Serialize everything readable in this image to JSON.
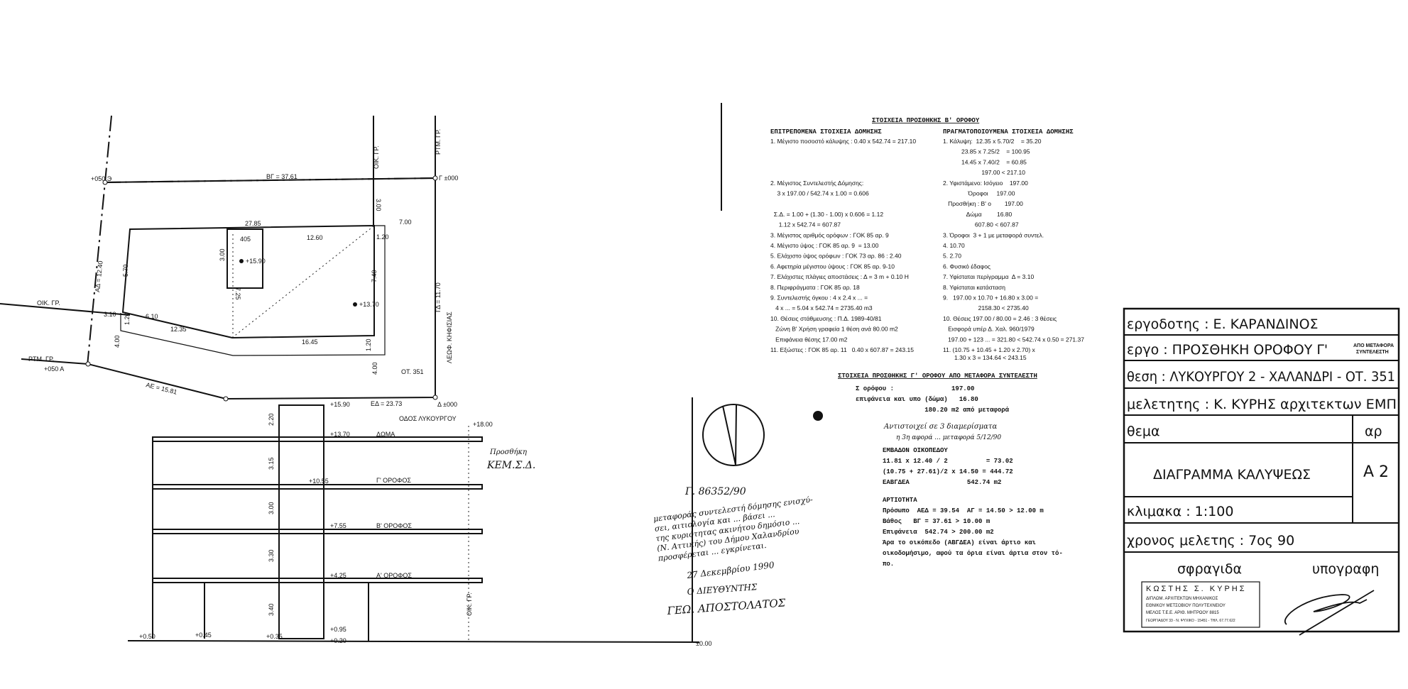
{
  "site_plan": {
    "points": {
      "b": "+050 Э",
      "g": "Γ ±000",
      "d": "Δ ±000",
      "a": "+050 A"
    },
    "dims": {
      "bg": "ΒΓ = 37.61",
      "ad": "ΑΔ = 12.40",
      "ae": "ΑΕ = 15.81",
      "ed": "ΕΔ = 23.73",
      "gd": "ΓΔ = 11.70",
      "top": "27.85",
      "stair_w": "405",
      "right_top": "12.60",
      "side_left": "5.70",
      "stair_h": "3.00",
      "stair_h2": "7.25",
      "right_h": "7.40",
      "front_left": "6.10",
      "front_mid": "12.35",
      "front_right": "16.45",
      "setback_r": "7.00",
      "setback_top": "1.20",
      "n310": "3.10",
      "n120a": "1.20",
      "n400": "4.00",
      "n120b": "1.20",
      "n300": "3.00",
      "n400b": "4.00"
    },
    "levels": {
      "stair": "+15.90",
      "roof": "+13.70"
    },
    "labels": {
      "oik_gr_left": "ΟΙΚ. ΓΡ.",
      "rtm_gr_left": "ΡΤΜ. ΓΡ.",
      "oik_gr_top": "ΟΙΚ. ΓΡ.",
      "rtm_gr_top": "ΡΤΜ. ΓΡ.",
      "street_side": "ΛΕΩΦ. ΚΗΦΙΣΙΑΣ",
      "block": "ΟΤ. 351",
      "street": "ΟΔΟΣ ΛΥΚΟΥΡΓΟΥ"
    }
  },
  "section": {
    "levels": [
      "+15.90",
      "+13.70",
      "+10.55",
      "+7.55",
      "+4.25",
      "+0.95",
      "+0.20",
      "+0.50",
      "+0.45",
      "+0.35",
      "+18.00",
      "±0.00"
    ],
    "floors": [
      "ΔΩΜΑ",
      "Γ' ΟΡΟΦΟΣ",
      "Β' ΟΡΟΦΟΣ",
      "Α' ΟΡΟΦΟΣ"
    ],
    "heights": [
      "2.20",
      "3.15",
      "3.00",
      "3.30",
      "3.40"
    ],
    "oik_gr": "ΟΙΚ. ΓΡ.",
    "note": [
      "Προσθήκη",
      "ΚΕΜ.Σ.Δ."
    ]
  },
  "stamp_note": {
    "ref": "Γ. 86352/90",
    "lines": [
      "μεταφοράς συντελεστή δόμησης ενισχύ-",
      "σει, αιτιολογία και ... βάσει ...",
      "της κυριότητας ακινήτου δημόσιο ... ",
      "(Ν. Αττικής) του Δήμου Χαλανδρίου",
      "προσφέρεται ... εγκρίνεται."
    ],
    "date": "27 Δεκεμβρίου 1990",
    "title": "Ο ΔΙΕΥΘΥΝΤΗΣ",
    "signature": "ΓΕΩ. ΑΠΟΣΤΟΛΑΤΟΣ"
  },
  "table1": {
    "title": "ΣΤΟΙΧΕΙΑ ΠΡΟΣΘΗΚΗΣ Β' ΟΡΟΦΟΥ",
    "left_header": "ΕΠΙΤΡΕΠΟΜΕΝΑ ΣΤΟΙΧΕΙΑ ΔΟΜΗΣΗΣ",
    "right_header": "ΠΡΑΓΜΑΤΟΠΟΙΟΥΜΕΝΑ ΣΤΟΙΧΕΙΑ ΔΟΜΗΣΗΣ",
    "rows": [
      [
        "1. Μέγιστο ποσοστό κάλυψης : 0.40 x 542.74 = 217.10",
        "1. Κάλυψη:  12.35 x 5.70/2    = 35.20"
      ],
      [
        "",
        "           23.85 x 7.25/2    = 100.95"
      ],
      [
        "",
        "           14.45 x 7.40/2    = 60.85"
      ],
      [
        "",
        "                       197.00 < 217.10"
      ],
      [
        "2. Μέγιστος Συντελεστής Δόμησης:",
        "2. Υφιστάμενο: Ισόγειο    197.00"
      ],
      [
        "    3 x 197.00 / 542.74 x 1.00 = 0.606",
        "               Όροφοι     197.00"
      ],
      [
        "",
        "   Προσθήκη : Β' ο        197.00"
      ],
      [
        "  Σ.Δ. = 1.00 + (1.30 - 1.00) x 0.606 = 1.12",
        "              Δώμα         16.80"
      ],
      [
        "     1.12 x 542.74 = 607.87",
        "                   607.80 < 607.87"
      ],
      [
        "3. Μέγιστος αριθμός ορόφων : ΓΟΚ 85 αρ. 9",
        "3. Όροφοι  3 + 1 με μεταφορά συντελ."
      ],
      [
        "4. Μέγιστο ύψος : ΓΟΚ 85 αρ. 9  = 13.00",
        "4. 10.70"
      ],
      [
        "5. Ελάχιστο ύψος ορόφων : ΓΟΚ 73 αρ. 86 : 2.40",
        "5. 2.70"
      ],
      [
        "6. Αφετηρία μέγιστου ύψους : ΓΟΚ 85 αρ. 9-10",
        "6. Φυσικό έδαφος"
      ],
      [
        "7. Ελάχιστες πλάγιες αποστάσεις : Δ = 3 m + 0.10 Η",
        "7. Υφίσταται περίγραμμα  Δ = 3.10"
      ],
      [
        "8. Περιφράγματα : ΓΟΚ 85 αρ. 18",
        "8. Υφίσταται κατάσταση"
      ],
      [
        "9. Συντελεστής όγκου : 4 x 2.4 x ... =",
        "9.   197.00 x 10.70 + 16.80 x 3.00 ="
      ],
      [
        "   4 x ... = 5.04 x 542.74 = 2735.40 m3",
        "                     2158.30 < 2735.40"
      ],
      [
        "10. Θέσεις στάθμευσης : Π.Δ. 1989-40/81",
        "10. Θέσεις 197.00 / 80.00 = 2.46 : 3 θέσεις"
      ],
      [
        "   Ζώνη Β' Χρήση γραφεία 1 θέση ανά 80.00 m2",
        "   Εισφορά υπέρ Δ. Χαλ. 960/1979"
      ],
      [
        "   Επιφάνεια θέσης 17.00 m2",
        "   197.00 + 123 ... = 321.80 < 542.74 x 0.50 = 271.37"
      ],
      [
        "11. Εξώστες : ΓΟΚ 85 αρ. 11   0.40 x 607.87 = 243.15",
        "11. (10.75 + 10.45 + 1.20 x 2.70) x 1.30 x 3 = 134.64 < 243.15"
      ]
    ]
  },
  "table2": {
    "title": "ΣΤΟΙΧΕΙΑ ΠΡΟΣΘΗΚΗΣ Γ' ΟΡΟΦΟΥ ΑΠΟ ΜΕΤΑΦΟΡΑ ΣΥΝΤΕΛΕΣΤΗ",
    "rows": [
      "Σ ορόφου :               197.00",
      "επιφάνεια και υπο (δώμα)   16.80",
      "                  180.20 m2 από μεταφορά"
    ],
    "handwritten": [
      "Αντιστοιχεί σε 3 διαμερίσματα",
      "η 3η αφορά ... μεταφορά 5/12/90"
    ],
    "area_title": "ΕΜΒΑΔΟΝ ΟΙΚΟΠΕΔΟΥ",
    "area_rows": [
      "11.81 x 12.40 / 2          = 73.02",
      "(10.75 + 27.61)/2 x 14.50 = 444.72",
      "ΕΑΒΓΔΕΑ               542.74 m2"
    ],
    "artio_title": "ΑΡΤΙΟΤΗΤΑ",
    "artio_rows": [
      "Πρόσωπο  ΑΕΔ = 39.54  ΑΓ = 14.50 > 12.00 m",
      "Βάθος   ΒΓ = 37.61 > 10.00 m",
      "Επιφάνεια  542.74 > 200.00 m2",
      "Άρα το οικόπεδο (ΑΒΓΔΕΑ) είναι άρτιο και",
      "οικοδομήσιμο, αφού τα όρια είναι άρτια στον τό-",
      "πο."
    ]
  },
  "title_block": {
    "owner": "εργοδοτης : Ε. ΚΑΡΑΝΔΙΝΟΣ",
    "project": "εργο : ΠΡΟΣΘΗΚΗ ΟΡΟΦΟΥ Γ'",
    "project_note": [
      "ΑΠΟ ΜΕΤΑΦΟΡΑ",
      "ΣΥΝΤΕΛΕΣΤΗ"
    ],
    "location": "θεση : ΛΥΚΟΥΡΓΟΥ 2 - ΧΑΛΑΝΔΡΙ - ΟΤ. 351",
    "designer": "μελετητης : Κ. ΚΥΡΗΣ αρχιτεκτων ΕΜΠ",
    "subject_label": "θεμα",
    "number_label": "αρ",
    "subject": "ΔΙΑΓΡΑΜΜΑ ΚΑΛΥΨΕΩΣ",
    "number": "Α 2",
    "scale": "κλιμακα : 1:100",
    "year": "χρονος μελετης : 7ος 90",
    "seal_label": "σφραγιδα",
    "signature_label": "υπογραφη",
    "seal": [
      "ΚΩΣΤΗΣ Σ. ΚΥΡΗΣ",
      "ΔΙΠΛΩΜ. ΑΡΧΙΤΕΚΤΩΝ ΜΗΧΑΝΙΚΟΣ",
      "ΕΘΝΙΚΟΥ ΜΕΤΣΟΒΙΟΥ ΠΟΛΥΤΕΧΝΕΙΟΥ",
      "ΜΕΛΟΣ Τ.Ε.Ε. ΑΡΙΘ. ΜΗΤΡΩΟΥ 8815",
      "ΓΕΩΡΓΙΑΔΟΥ 33 - Ν. ΨΥΧΙΚΟ - 15451 - ΤΗΛ. 67.77.622"
    ]
  }
}
